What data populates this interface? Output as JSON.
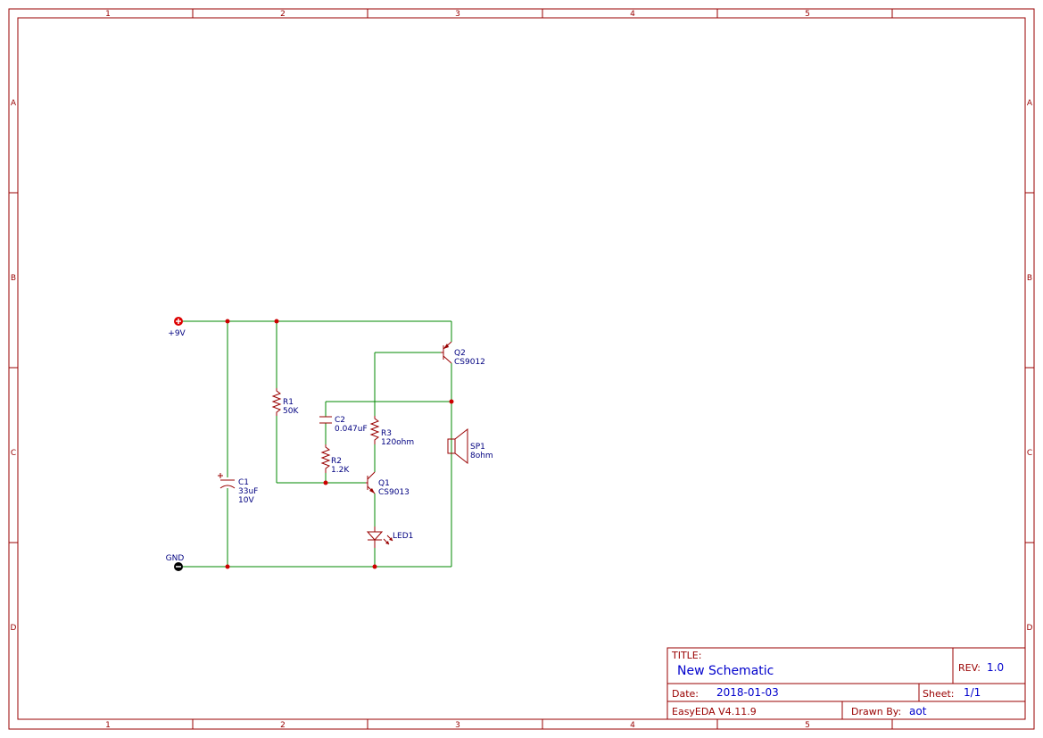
{
  "frame": {
    "columns": [
      "1",
      "2",
      "3",
      "4",
      "5"
    ],
    "rows": [
      "A",
      "B",
      "C",
      "D"
    ]
  },
  "schematic": {
    "power_label": "+9V",
    "ground_label": "GND",
    "r1": {
      "ref": "R1",
      "value": "50K"
    },
    "r2": {
      "ref": "R2",
      "value": "1.2K"
    },
    "r3": {
      "ref": "R3",
      "value": "120ohm"
    },
    "c1": {
      "ref": "C1",
      "value": "33uF",
      "voltage": "10V"
    },
    "c2": {
      "ref": "C2",
      "value": "0.047uF"
    },
    "q1": {
      "ref": "Q1",
      "value": "CS9013"
    },
    "q2": {
      "ref": "Q2",
      "value": "CS9012"
    },
    "sp1": {
      "ref": "SP1",
      "value": "8ohm"
    },
    "led1": {
      "ref": "LED1"
    }
  },
  "title_block": {
    "title_key": "TITLE:",
    "title": "New Schematic",
    "rev_key": "REV:",
    "rev": "1.0",
    "date_key": "Date:",
    "date": "2018-01-03",
    "sheet_key": "Sheet:",
    "sheet": "1/1",
    "software": "EasyEDA V4.11.9",
    "drawn_key": "Drawn By:",
    "drawn": "aot"
  }
}
